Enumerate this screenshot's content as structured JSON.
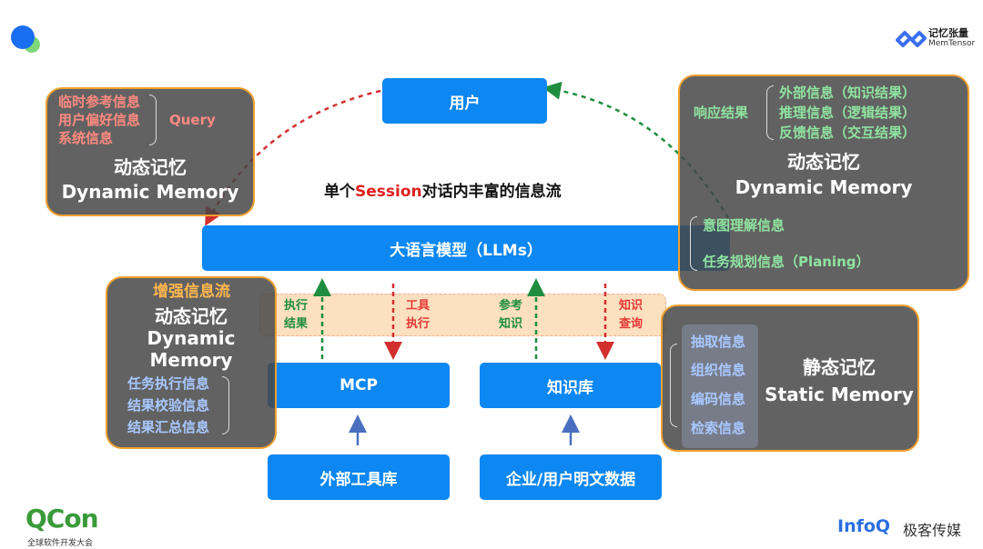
{
  "logos": {
    "top_right_cn": "记忆张量",
    "top_right_en": "MemTensor",
    "bottom_left": "QCon",
    "bottom_left_sub": "全球软件开发大会",
    "bottom_right": "InfoQ",
    "bottom_right_cn": "极客传媒"
  },
  "title": {
    "prefix": "单个",
    "highlight": "Session",
    "suffix": "对话内丰富的信息流"
  },
  "nodes": {
    "user": "用户",
    "llm": "大语言模型（LLMs）",
    "mcp": "MCP",
    "kb": "知识库",
    "tools": "外部工具库",
    "data": "企业/用户明文数据"
  },
  "band": {
    "label": "增强信息流",
    "flows": [
      "执行结果",
      "工具执行",
      "参考知识",
      "知识查询"
    ]
  },
  "top_left": {
    "items": [
      "临时参考信息",
      "用户偏好信息",
      "系统信息"
    ],
    "query": "Query",
    "overlay_cn": "动态记忆",
    "overlay_en": "Dynamic Memory"
  },
  "top_right": {
    "group": "响应结果",
    "items": [
      "外部信息（知识结果）",
      "推理信息（逻辑结果）",
      "反馈信息（交互结果）"
    ],
    "items2": [
      "意图理解信息",
      "任务规划信息（Planing）"
    ],
    "overlay_cn": "动态记忆",
    "overlay_en": "Dynamic Memory"
  },
  "bottom_left": {
    "items": [
      "任务执行信息",
      "结果校验信息",
      "结果汇总信息"
    ],
    "overlay_cn": "动态记忆",
    "overlay_en1": "Dynamic",
    "overlay_en2": "Memory"
  },
  "bottom_right": {
    "items": [
      "抽取信息",
      "组织信息",
      "编码信息",
      "检索信息"
    ],
    "overlay_cn": "静态记忆",
    "overlay_en": "Static Memory"
  },
  "colors": {
    "node": "#0d87f2",
    "red": "#e53935",
    "green": "#1e8e3e",
    "overlay_border": "#f0a030"
  }
}
